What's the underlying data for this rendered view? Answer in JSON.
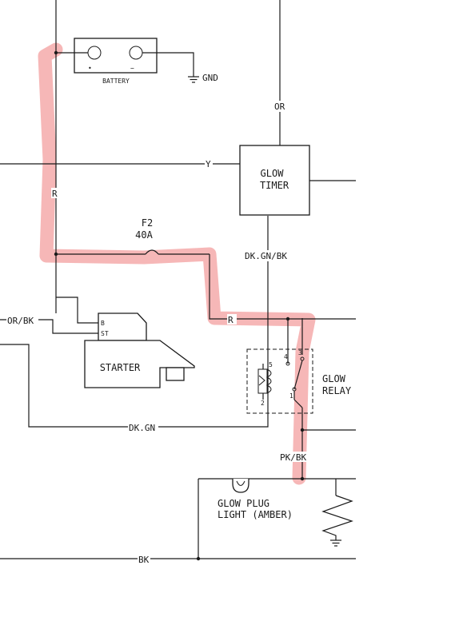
{
  "components": {
    "battery": {
      "name": "BATTERY",
      "pos_mark": "•",
      "neg_mark": "−"
    },
    "ground": {
      "label": "GND"
    },
    "glow_timer": {
      "line1": "GLOW",
      "line2": "TIMER"
    },
    "fuse": {
      "id": "F2",
      "rating": "40A"
    },
    "starter": {
      "name": "STARTER",
      "terminal_b": "B",
      "terminal_st": "ST"
    },
    "glow_relay": {
      "line1": "GLOW",
      "line2": "RELAY",
      "pin1": "1",
      "pin2": "2",
      "pin3": "3",
      "pin4": "4",
      "pin5": "5"
    },
    "glow_plug_light": {
      "line1": "GLOW PLUG",
      "line2": "LIGHT (AMBER)"
    }
  },
  "wires": {
    "or": "OR",
    "y": "Y",
    "r_vertical": "R",
    "dk_gn_bk": "DK.GN/BK",
    "r_horizontal": "R",
    "or_bk": "OR/BK",
    "dk_gn": "DK.GN",
    "pk_bk": "PK/BK",
    "bk": "BK"
  },
  "highlight": {
    "color": "#f08a8a"
  }
}
